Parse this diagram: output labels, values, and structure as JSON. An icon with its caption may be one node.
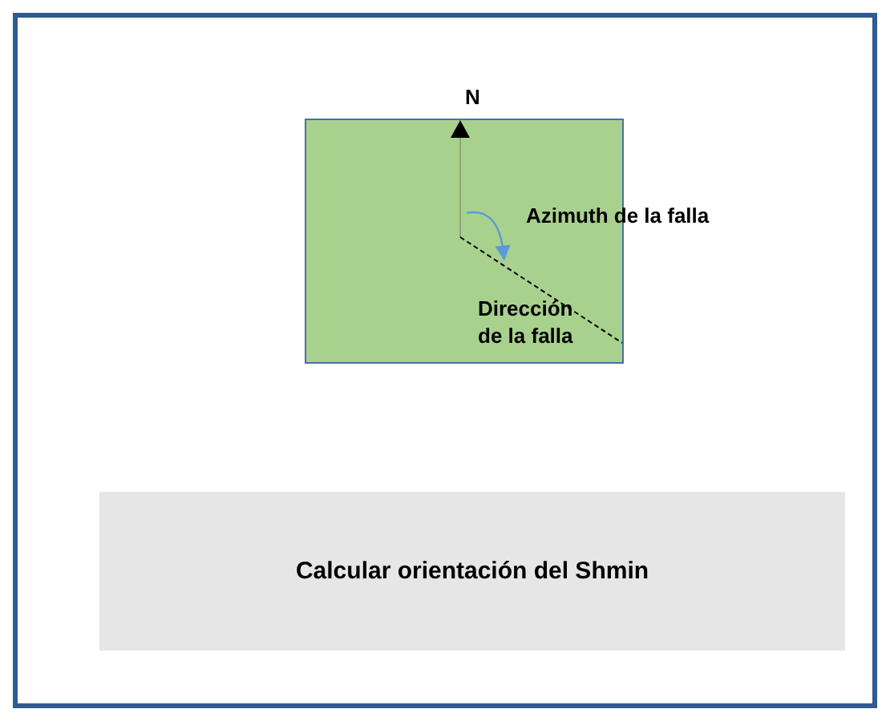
{
  "diagram": {
    "nodes": [
      {
        "text": [],
        "shape": "box"
      },
      {
        "text": [
          "Calcular orientación del Shmin"
        ]
      }
    ],
    "labels": [
      "N",
      "Azimuth de la falla",
      "Dirección de la falla"
    ]
  }
}
